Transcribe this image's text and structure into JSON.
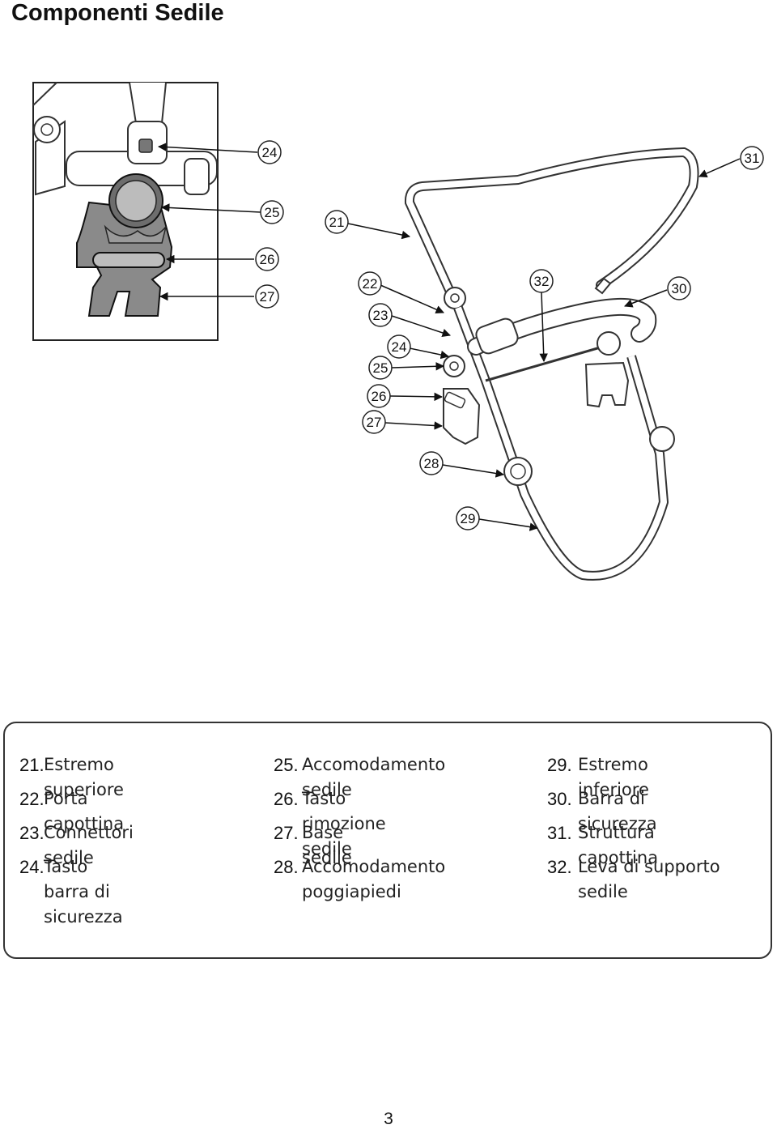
{
  "page": {
    "title": "Componenti Sedile",
    "page_number": "3"
  },
  "figure": {
    "inset_callouts": [
      "24",
      "25",
      "26",
      "27"
    ],
    "main_callouts": [
      "21",
      "22",
      "23",
      "24",
      "25",
      "26",
      "27",
      "28",
      "29",
      "30",
      "31",
      "32"
    ]
  },
  "legend": {
    "columns": [
      [
        {
          "num": "21.",
          "label": "Estremo superiore"
        },
        {
          "num": "22.",
          "label": "Porta capottina"
        },
        {
          "num": "23.",
          "label": "Connettori sedile"
        },
        {
          "num": "24.",
          "label": "Tasto barra di sicurezza"
        }
      ],
      [
        {
          "num": "25.",
          "label": "Accomodamento sedile"
        },
        {
          "num": "26.",
          "label": "Tasto rimozione sedile"
        },
        {
          "num": "27.",
          "label": "Base sedile"
        },
        {
          "num": "28.",
          "label": "Accomodamento poggiapiedi"
        }
      ],
      [
        {
          "num": "29.",
          "label": "Estremo inferiore"
        },
        {
          "num": "30.",
          "label": "Barra di sicurezza"
        },
        {
          "num": "31.",
          "label": "Struttura capottina"
        },
        {
          "num": "32.",
          "label": "Leva di supporto sedile"
        }
      ]
    ]
  }
}
